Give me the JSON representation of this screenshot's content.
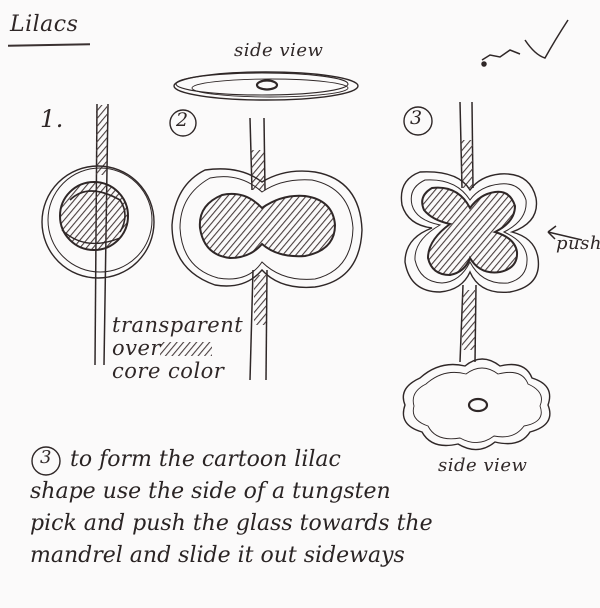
{
  "title": "Lilacs",
  "steps": [
    "1.",
    "2",
    "3"
  ],
  "labels": {
    "side_view_top": "side view",
    "side_view_bottom": "side view",
    "push": "push",
    "transparent_note": [
      "transparent",
      "over",
      "core color"
    ]
  },
  "instruction": {
    "number": "3",
    "lines": [
      "to form the cartoon lilac",
      "shape use the side of a tungsten",
      "pick and push the glass towards the",
      "mandrel and slide it out sideways"
    ]
  }
}
